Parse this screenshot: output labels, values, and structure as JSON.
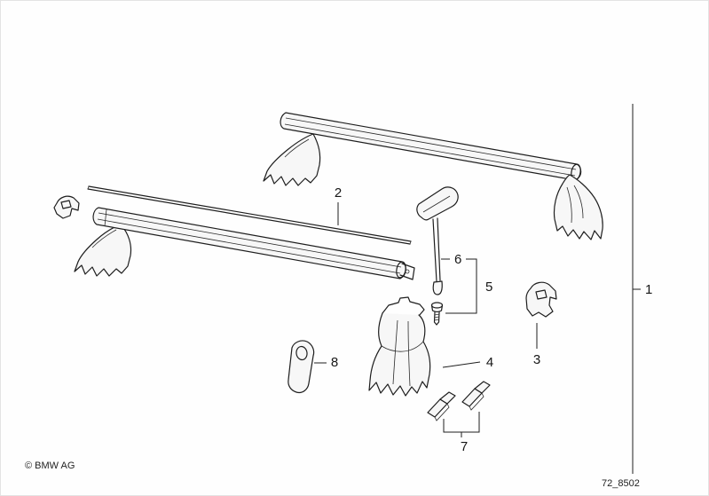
{
  "diagram": {
    "callouts": [
      {
        "label": "1"
      },
      {
        "label": "2"
      },
      {
        "label": "3"
      },
      {
        "label": "4"
      },
      {
        "label": "5"
      },
      {
        "label": "6"
      },
      {
        "label": "7"
      },
      {
        "label": "8"
      }
    ],
    "footer": {
      "copyright": "© BMW AG",
      "drawing_number": "72_8502"
    }
  }
}
